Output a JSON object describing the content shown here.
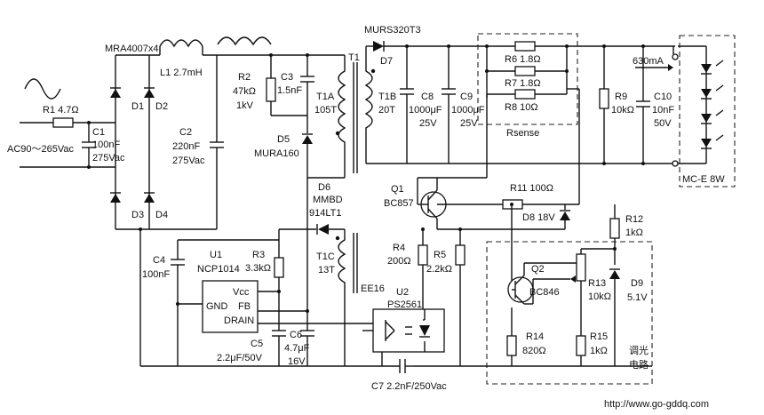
{
  "labels": {
    "mra": "MRA4007x4",
    "l1": "L1 2.7mH",
    "r1": "R1 4.7Ω",
    "c1": "C1",
    "c1v": "100nF",
    "c1r": "275Vac",
    "ac": "AC90～265Vac",
    "d1": "D1",
    "d2": "D2",
    "d3": "D3",
    "d4": "D4",
    "c2": "C2",
    "c2v": "220nF",
    "c2r": "275Vac",
    "r2": "R2",
    "r2v": "47kΩ",
    "r2r": "1kV",
    "c3": "C3",
    "c3v": "1.5nF",
    "t1": "T1",
    "t1a": "T1A",
    "t1an": "105T",
    "d5": "D5",
    "d5p": "MURA160",
    "murs": "MURS320T3",
    "d7": "D7",
    "t1b": "T1B",
    "t1bn": "20T",
    "c8": "C8",
    "c8v": "1000μF",
    "c8r": "25V",
    "c9": "C9",
    "c9v": "1000μF",
    "c9r": "25V",
    "r6": "R6 1.8Ω",
    "r7": "R7 1.8Ω",
    "r8": "R8 10Ω",
    "rsense": "Rsense",
    "r9": "R9",
    "r9v": "10kΩ",
    "c10": "C10",
    "c10v": "10nF",
    "c10r": "50V",
    "i630": "630mA",
    "mce": "MC-E 8W",
    "d6": "D6",
    "d6p": "MMBD",
    "d6p2": "914LT1",
    "q1": "Q1",
    "q1p": "BC857",
    "r11": "R11 100Ω",
    "d8": "D8 18V",
    "r12": "R12",
    "r12v": "1kΩ",
    "c4": "C4",
    "c4v": "100nF",
    "u1": "U1",
    "u1p": "NCP1014",
    "r3": "R3",
    "r3v": "3.3kΩ",
    "vcc": "Vcc",
    "gnd": "GND",
    "fb": "FB",
    "drain": "DRAIN",
    "t1c": "T1C",
    "t1cn": "13T",
    "ee16": "EE16",
    "r4": "R4",
    "r4v": "200Ω",
    "r5": "R5",
    "r5v": "2.2kΩ",
    "u2": "U2",
    "u2p": "PS2561",
    "q2": "Q2",
    "q2p": "BC846",
    "r13": "R13",
    "r13v": "10kΩ",
    "d9": "D9",
    "d9v": "5.1V",
    "c5": "C5",
    "c5v": "2.2μF/50V",
    "c6": "C6",
    "c6v": "4.7μF",
    "c6r": "16V",
    "r14": "R14",
    "r14v": "820Ω",
    "r15": "R15",
    "r15v": "1kΩ",
    "dim1": "调光",
    "dim2": "电路",
    "c7": "C7  2.2nF/250Vac",
    "url": "http://www.go-gddq.com"
  }
}
